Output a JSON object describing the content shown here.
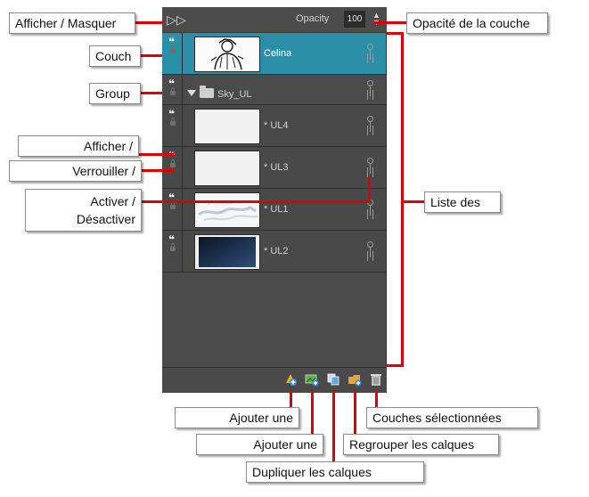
{
  "panel": {
    "opacity_label": "Opacity",
    "opacity_value": "100",
    "layers": [
      {
        "name": "Celina",
        "selected": true
      },
      {
        "group_name": "Sky_UL"
      },
      {
        "name": "* UL4"
      },
      {
        "name": "* UL3"
      },
      {
        "name": "* UL1"
      },
      {
        "name": "* UL2"
      }
    ]
  },
  "callouts": {
    "show_hide": "Afficher / Masquer",
    "layer": "Couch",
    "group": "Group",
    "show": "Afficher /",
    "lock": "Verrouiller /",
    "enable_line1": "Activer /",
    "enable_line2": "Désactiver",
    "layer_opacity": "Opacité de la couche",
    "layer_list": "Liste des",
    "add_one_1": "Ajouter une",
    "add_one_2": "Ajouter une",
    "selected_layers": "Couches sélectionnées",
    "group_layers": "Regrouper les calques",
    "duplicate_layers": "Dupliquer les calques"
  },
  "colors": {
    "accent_selected": "#2b8fa8",
    "callout_line": "#e00000",
    "panel_bg": "#4b4b4b"
  }
}
